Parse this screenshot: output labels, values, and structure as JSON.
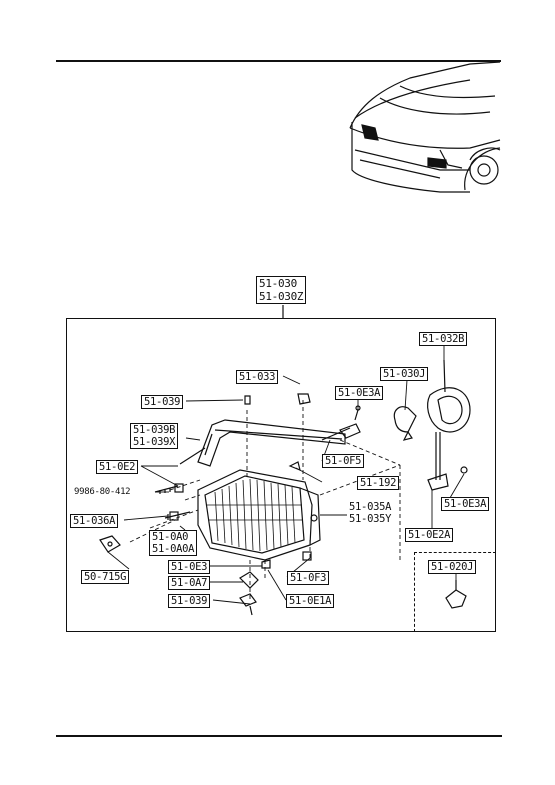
{
  "header_labels": {
    "main": [
      "51-030",
      "51-030Z"
    ]
  },
  "labels": {
    "p51_032B": "51-032B",
    "p51_030J": "51-030J",
    "p51_033": "51-033",
    "p51_0E3A_top": "51-0E3A",
    "p51_039_top": "51-039",
    "p51_039B": "51-039B",
    "p51_039X": "51-039X",
    "p51_0F5": "51-0F5",
    "p51_0E2": "51-0E2",
    "p51_192": "51-192",
    "p9986": "9986-80-412",
    "p51_035A": "51-035A",
    "p51_035Y": "51-035Y",
    "p51_0E3A_right": "51-0E3A",
    "p51_036A": "51-036A",
    "p51_0A0": "51-0A0",
    "p51_0A0A": "51-0A0A",
    "p51_0E2A": "51-0E2A",
    "p50_715G": "50-715G",
    "p51_0E3": "51-0E3",
    "p51_0A7": "51-0A7",
    "p51_0F3": "51-0F3",
    "p51_020J": "51-020J",
    "p51_039_bottom": "51-039",
    "p51_0E1A": "51-0E1A"
  }
}
